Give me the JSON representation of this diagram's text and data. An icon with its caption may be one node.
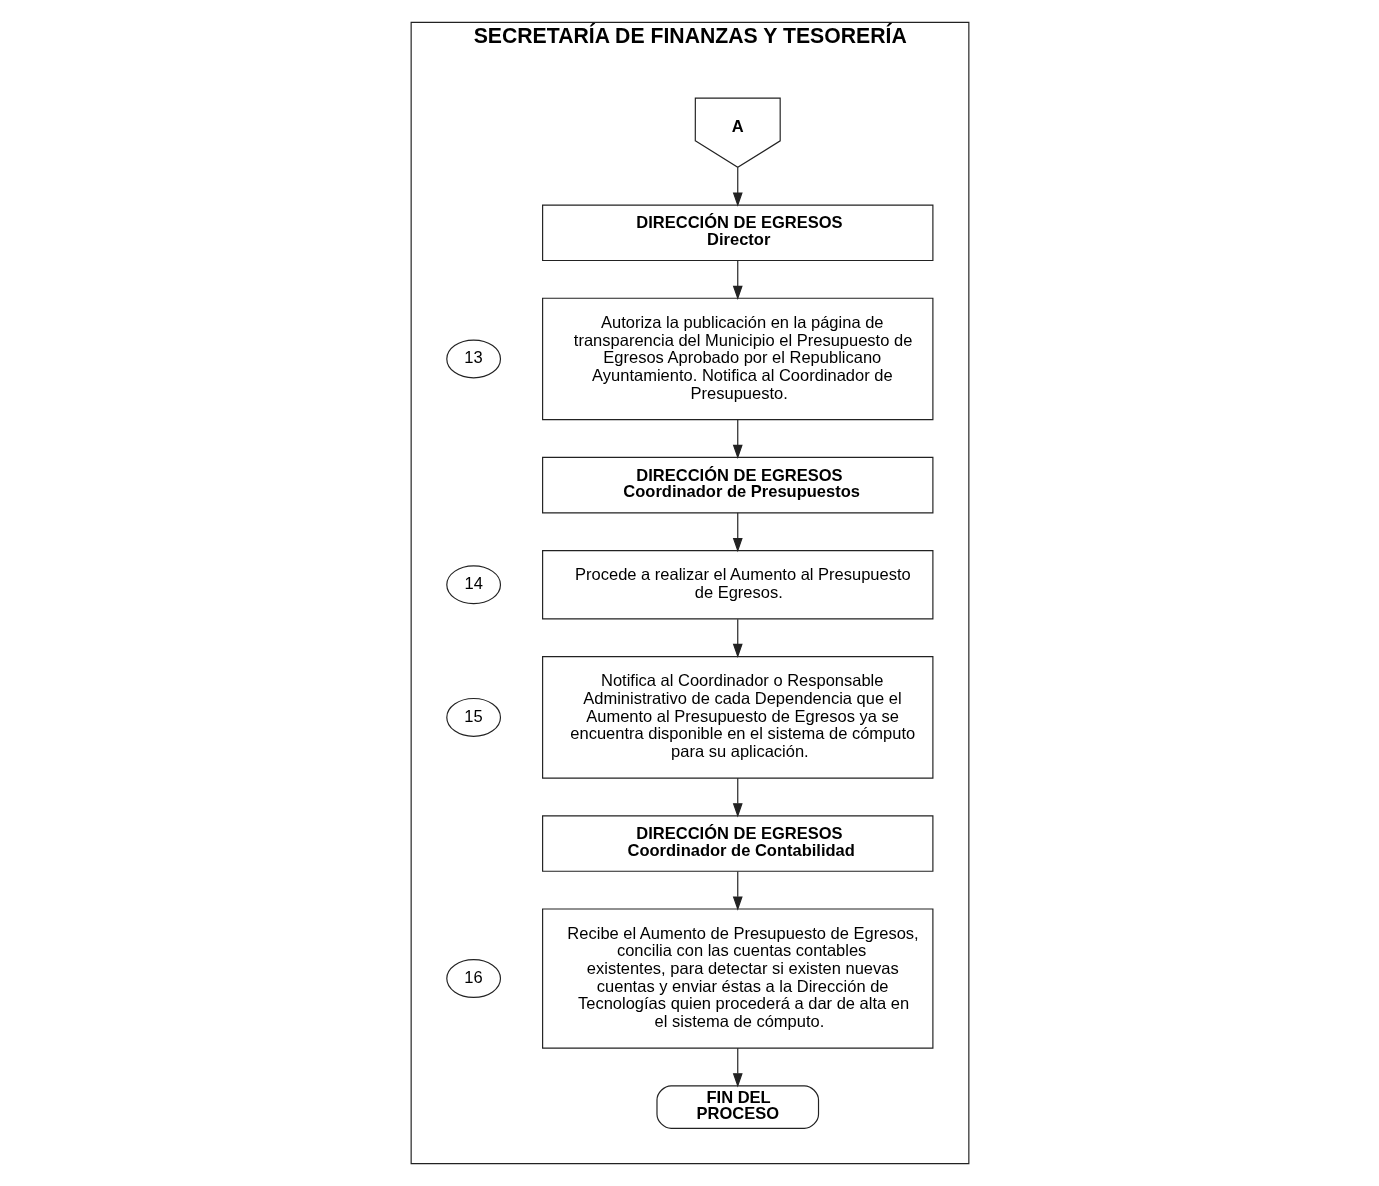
{
  "diagram": {
    "nodes": [
      {
        "text": [
          "SECRETARÍA DE FINANZAS Y TESORERÍA"
        ]
      },
      {
        "text": [
          "A"
        ],
        "in": 0
      },
      {
        "text": [
          "DIRECCIÓN DE EGRESOS",
          "Director"
        ],
        "in": 0
      },
      {
        "text": [
          "13"
        ],
        "in": 0
      },
      {
        "text": [
          "Autoriza la publicación en la página de transparencia del Municipio el Presupuesto de Egresos Aprobado por el Republicano Ayuntamiento. Notifica al Coordinador de Presupuesto."
        ],
        "in": 0
      },
      {
        "text": [
          "DIRECCIÓN DE EGRESOS",
          "Coordinador de Presupuestos"
        ],
        "in": 0
      },
      {
        "text": [
          "14"
        ],
        "in": 0
      },
      {
        "text": [
          "Procede a realizar el Aumento al Presupuesto de Egresos."
        ],
        "in": 0
      },
      {
        "text": [
          "15"
        ],
        "in": 0
      },
      {
        "text": [
          "Notifica al Coordinador o Responsable Administrativo de cada Dependencia que el Aumento al Presupuesto de Egresos ya se encuentra disponible en el sistema de cómputo para su aplicación."
        ],
        "in": 0
      },
      {
        "text": [
          "DIRECCIÓN DE EGRESOS",
          "Coordinador de Contabilidad"
        ],
        "in": 0
      },
      {
        "text": [
          "16"
        ],
        "in": 0
      },
      {
        "text": [
          "Recibe el Aumento de Presupuesto de Egresos, concilia con las cuentas contables existentes, para detectar si existen nuevas cuentas y enviar éstas a la Dirección de Tecnologías quien procederá a dar de alta en el sistema de cómputo."
        ],
        "in": 0
      },
      {
        "text": [
          "FIN DEL PROCESO"
        ],
        "in": 0
      }
    ],
    "edges": [
      {
        "from": 1,
        "to": 2,
        "arrow": "to"
      },
      {
        "from": 2,
        "to": 4,
        "arrow": "to"
      },
      {
        "from": 4,
        "to": 5,
        "arrow": "to"
      },
      {
        "from": 5,
        "to": 7,
        "arrow": "to"
      },
      {
        "from": 7,
        "to": 9,
        "arrow": "to"
      },
      {
        "from": 9,
        "to": 10,
        "arrow": "to"
      },
      {
        "from": 10,
        "to": 12,
        "arrow": "to"
      },
      {
        "from": 12,
        "to": 13,
        "arrow": "to"
      }
    ]
  }
}
